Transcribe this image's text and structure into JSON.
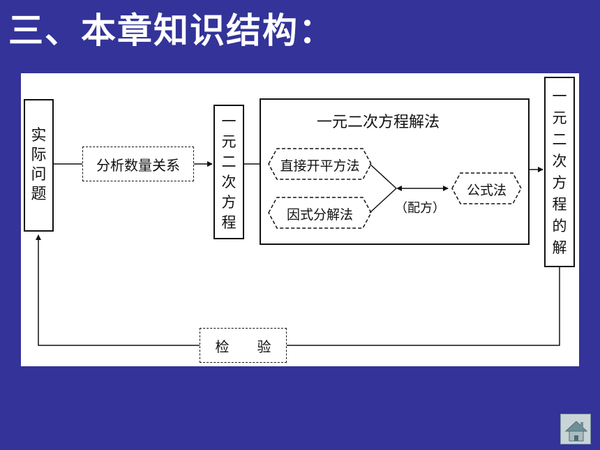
{
  "title": "三、本章知识结构：",
  "diagram": {
    "actual_problem": [
      "实",
      "际",
      "问",
      "题"
    ],
    "analyze": "分析数量关系",
    "equation": [
      "一",
      "元",
      "二",
      "次",
      "方",
      "程"
    ],
    "methods_title": "一元二次方程解法",
    "method_direct": "直接开平方法",
    "method_factor": "因式分解法",
    "method_formula": "公式法",
    "completing_square": "（配方）",
    "solution": [
      "一",
      "元",
      "二",
      "次",
      "方",
      "程",
      "的",
      "解"
    ],
    "check": "检　　验"
  },
  "colors": {
    "background": "#333399",
    "panel": "#ffffff",
    "stroke": "#111111"
  }
}
